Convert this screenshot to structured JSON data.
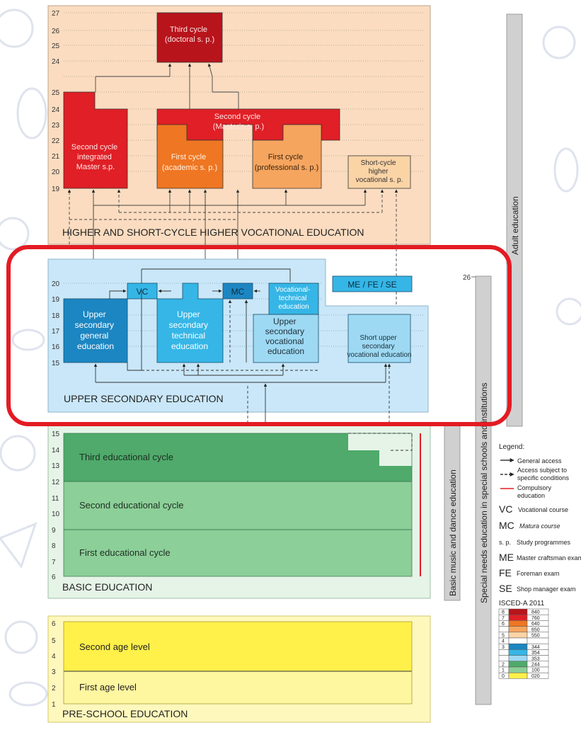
{
  "sections": {
    "higher": "HIGHER AND SHORT-CYCLE HIGHER VOCATIONAL EDUCATION",
    "upper": "UPPER SECONDARY EDUCATION",
    "basic": "BASIC EDUCATION",
    "preschool": "PRE-SCHOOL EDUCATION"
  },
  "higher_boxes": {
    "third_cycle": [
      "Third cycle",
      "(doctoral s. p.)"
    ],
    "second_cycle_integrated": [
      "Second cycle",
      "integrated",
      "Master s.p."
    ],
    "second_cycle": [
      "Second cycle",
      "(Master's s. p.)"
    ],
    "first_cycle_academic": [
      "First cycle",
      "(academic s. p.)"
    ],
    "first_cycle_professional": [
      "First cycle",
      "(professional s. p.)"
    ],
    "short_cycle": [
      "Short-cycle",
      "higher",
      "vocational s. p."
    ]
  },
  "upper_boxes": {
    "general": [
      "Upper",
      "secondary",
      "general",
      "education"
    ],
    "technical": [
      "Upper",
      "secondary",
      "technical",
      "education"
    ],
    "vocational": [
      "Upper",
      "secondary",
      "vocational",
      "education"
    ],
    "short_vocational": [
      "Short upper",
      "secondary",
      "vocational education"
    ],
    "vc": "VC",
    "mc": "MC",
    "voc_tech": [
      "Vocational-",
      "technical",
      "education"
    ],
    "me_fe_se": "ME / FE / SE"
  },
  "basic_cycles": {
    "third": "Third educational cycle",
    "second": "Second educational cycle",
    "first": "First educational cycle"
  },
  "preschool_levels": {
    "second": "Second age level",
    "first": "First age level"
  },
  "age_ticks": {
    "higher_top": [
      "27",
      "26",
      "25",
      "24"
    ],
    "higher_bottom": [
      "25",
      "24",
      "23",
      "22",
      "21",
      "20",
      "19"
    ],
    "upper": [
      "20",
      "19",
      "18",
      "17",
      "16",
      "15"
    ],
    "basic": [
      "15",
      "14",
      "13",
      "12",
      "11",
      "10",
      "9",
      "8",
      "7",
      "6"
    ],
    "preschool": [
      "6",
      "5",
      "4",
      "3",
      "2",
      "1"
    ],
    "special_needs_top": "26"
  },
  "vertical_bars": {
    "adult": "Adult education",
    "special": "Special needs education in special schools and institutions",
    "music": "Basic music and dance education"
  },
  "legend": {
    "title": "Legend:",
    "general_access": "General access",
    "conditional_access": [
      "Access subject to",
      "specific conditions"
    ],
    "compulsory": [
      "Compulsory",
      "education"
    ],
    "abbreviations": [
      {
        "code": "VC",
        "text": "Vocational course"
      },
      {
        "code": "MC",
        "text": "Matura course"
      },
      {
        "code": "s. p.",
        "text": "Study programmes"
      },
      {
        "code": "ME",
        "text": "Master craftsman exam"
      },
      {
        "code": "FE",
        "text": "Foreman exam"
      },
      {
        "code": "SE",
        "text": "Shop manager exam"
      }
    ],
    "isced_title": "ISCED-A  2011",
    "isced_rows": [
      {
        "level": "8",
        "code": "840",
        "color": "#b8141b"
      },
      {
        "level": "7",
        "code": "760",
        "color": "#e01f26"
      },
      {
        "level": "6",
        "code": "640",
        "color": "#ef7622"
      },
      {
        "level": "",
        "code": "650",
        "color": "#f6a55e"
      },
      {
        "level": "5",
        "code": "550",
        "color": "#fbd4a6"
      },
      {
        "level": "4",
        "code": "",
        "color": "#ffffff"
      },
      {
        "level": "3",
        "code": "344",
        "color": "#1c86c2"
      },
      {
        "level": "",
        "code": "354",
        "color": "#35b6e6"
      },
      {
        "level": "",
        "code": "353",
        "color": "#9ed9f3"
      },
      {
        "level": "2",
        "code": "244",
        "color": "#4faa6b"
      },
      {
        "level": "1",
        "code": "100",
        "color": "#8ccf98"
      },
      {
        "level": "0",
        "code": "020",
        "color": "#fff04a"
      }
    ]
  },
  "colors": {
    "highlight": "#e31b23",
    "higher_bg": "#fbdcc0",
    "upper_bg": "#c9e7f8",
    "basic_bg": "#e6f4e8",
    "preschool_bg": "#fff8bd"
  }
}
